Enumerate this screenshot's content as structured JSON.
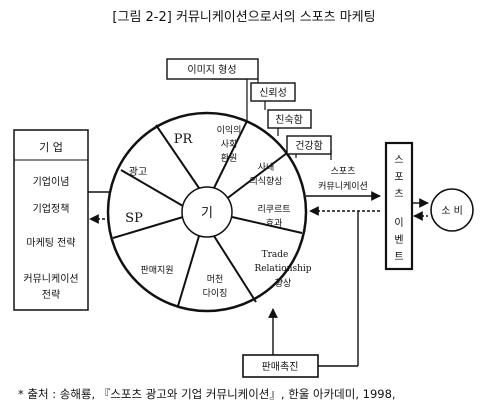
{
  "figure": {
    "title": "[그림 2-2]  커뮤니케이션으로서의 스포츠 마케팅",
    "source": "* 출처 : 송해룡, 『스포츠 광고와 기업 커뮤니케이션』, 한울 아카데미, 1998,"
  },
  "company": {
    "title": "기  업",
    "items": [
      "기업이념",
      "기업정책",
      "마케팅 전략",
      "커뮤니케이션",
      "전략"
    ]
  },
  "wheel": {
    "center": "기",
    "pr": "PR",
    "sp": "SP",
    "ad": "광고",
    "social": [
      "이익의",
      "사회",
      "환원"
    ],
    "morale": [
      "사내",
      "의식향상"
    ],
    "lure": [
      "리쿠르트",
      "효과"
    ],
    "trade": [
      "Trade",
      "Relationship",
      "향상"
    ],
    "sales_support": "판매지원",
    "recommend": [
      "머천",
      "다이징"
    ]
  },
  "effects": {
    "image": "이미지 형성",
    "trust": "신뢰성",
    "familiar": "친숙함",
    "healthy": "건강함"
  },
  "comm_label": [
    "스포츠",
    "커뮤니케이션"
  ],
  "event_box": [
    "스",
    "포",
    "츠",
    "",
    "이",
    "벤",
    "트"
  ],
  "consumer": "소 비",
  "promotion": "판매촉진"
}
